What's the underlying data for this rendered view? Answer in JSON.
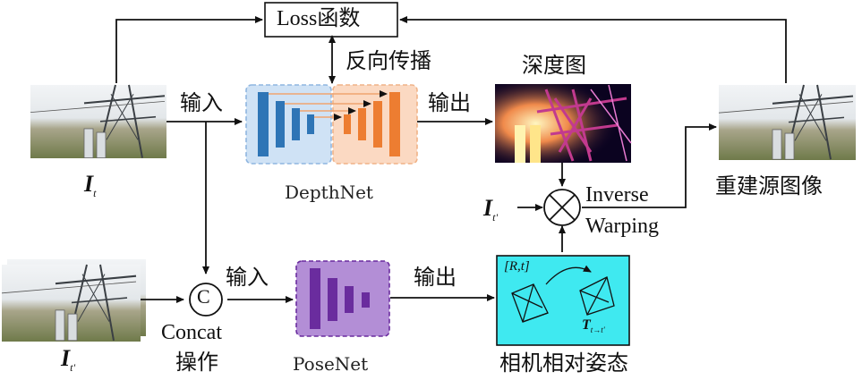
{
  "loss_box": {
    "label": "Loss函数"
  },
  "backprop": {
    "label": "反向传播"
  },
  "input_labels": {
    "top": "输入",
    "bottom": "输入"
  },
  "output_labels": {
    "top": "输出",
    "bottom": "输出"
  },
  "depth_map": {
    "label": "深度图"
  },
  "depthnet": {
    "label": "DepthNet"
  },
  "posenet": {
    "label": "PoseNet"
  },
  "concat": {
    "symbol": "C",
    "label_line1": "Concat",
    "label_line2": "操作"
  },
  "warp_op": {
    "symbol": "⊗",
    "label_line1": "Inverse",
    "label_line2": "Warping"
  },
  "reconstructed": {
    "label": "重建源图像"
  },
  "camera_pose": {
    "label": "相机相对姿态",
    "rt_label": "[R,t]",
    "t_label": "T",
    "t_sub": "t→t'"
  },
  "frames": {
    "target": {
      "symbol": "I",
      "sub": "t"
    },
    "source": {
      "symbol": "I",
      "sub": "t'"
    },
    "source_warp": {
      "symbol": "I",
      "sub": "t'"
    }
  },
  "colors": {
    "depthnet_fill": "#cfe2f5",
    "depthnet_bar": "#2e75b6",
    "decoder_fill": "#fbd9c2",
    "decoder_bar": "#ed7d31",
    "posenet_fill": "#b38ed6",
    "posenet_bar": "#6a2c9e",
    "pose_box": "#3fe9f0"
  }
}
